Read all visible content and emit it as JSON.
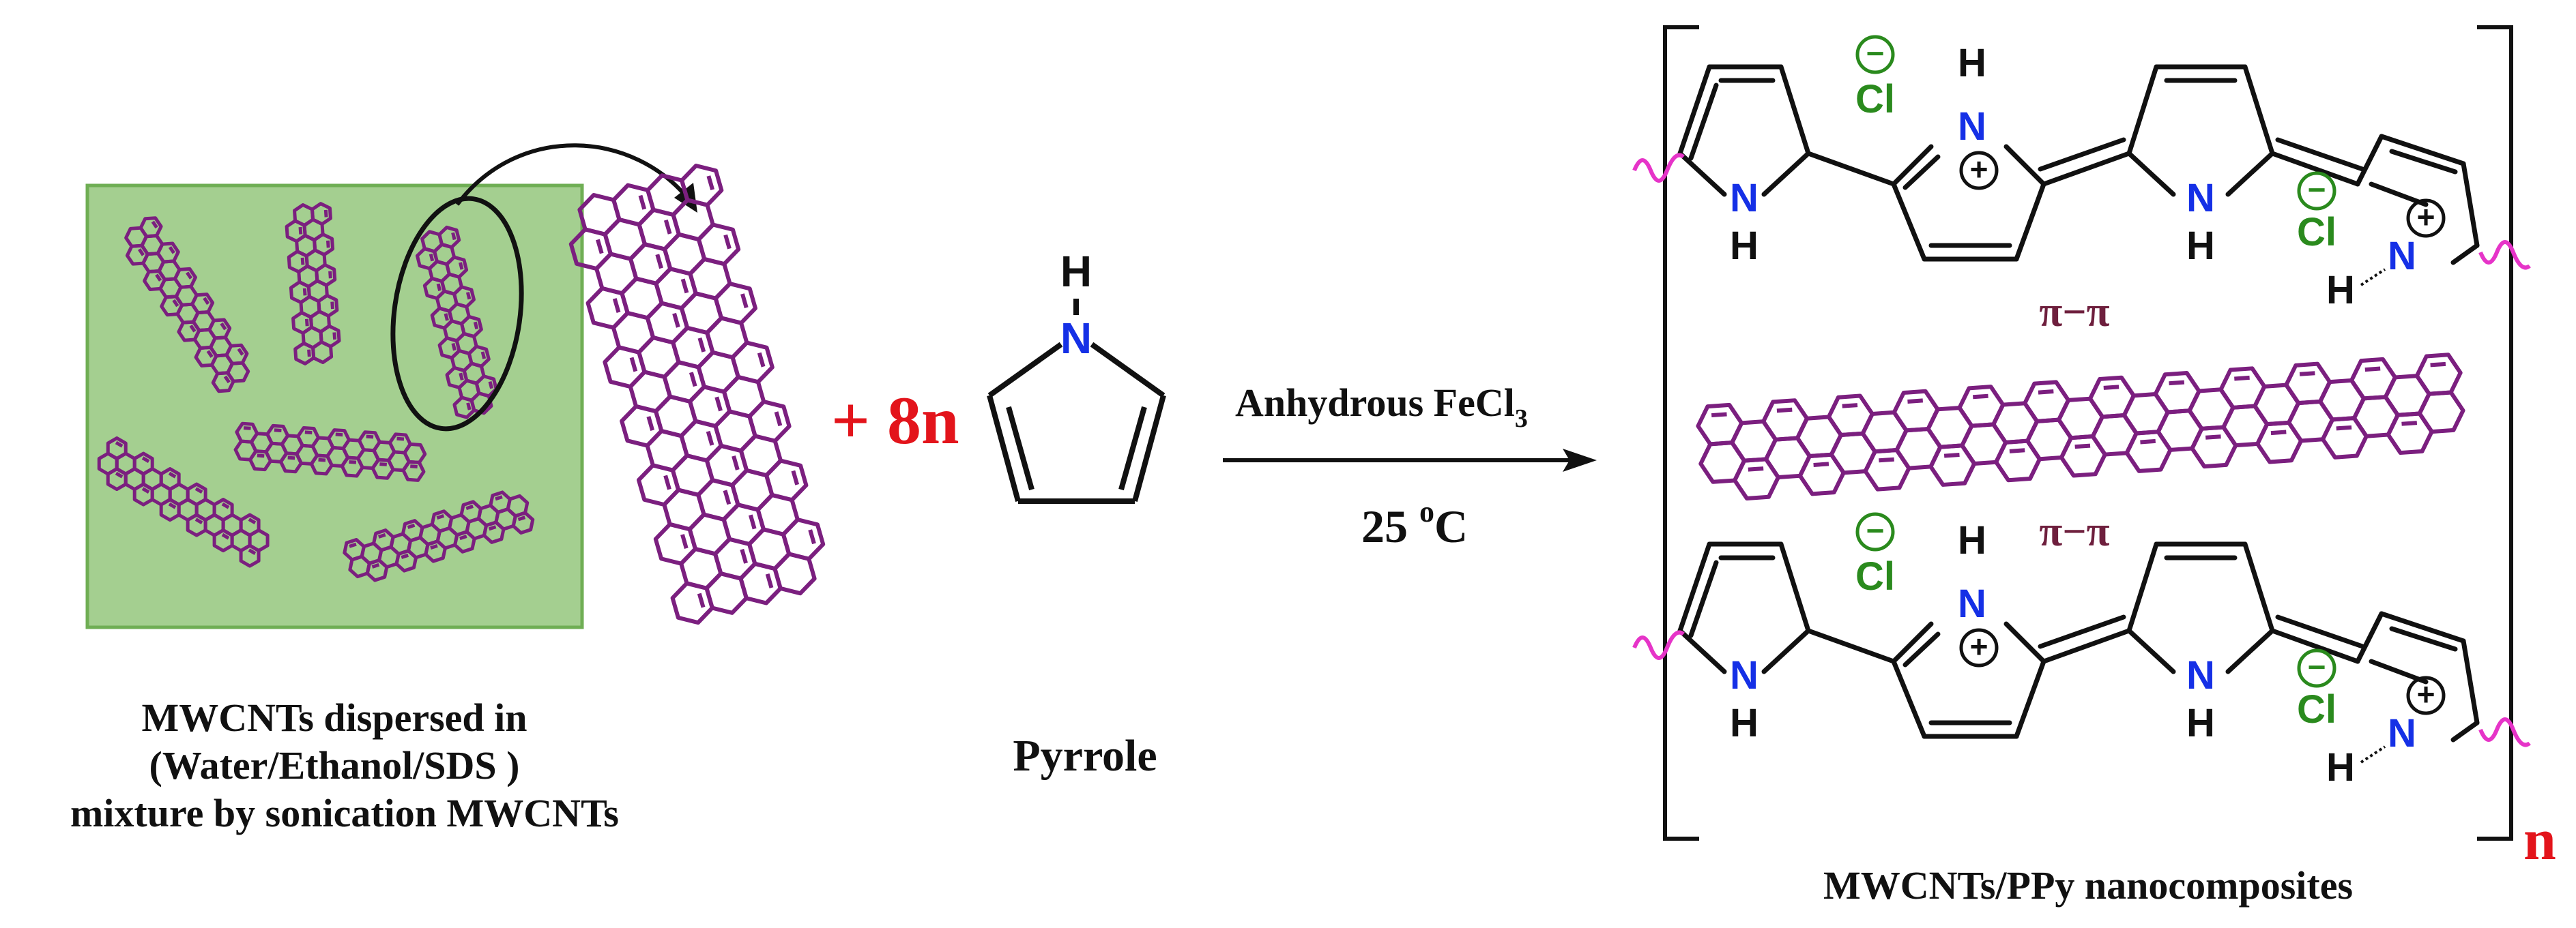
{
  "colors": {
    "nanotube": "#7b1f7f",
    "panel_fill": "#a4cf90",
    "panel_stroke": "#6fae54",
    "red": "#e3141b",
    "nitrogen": "#1530e6",
    "chlorine": "#2a8a1d",
    "pi": "#6e1f3d",
    "end_wave": "#e634c8",
    "black": "#111111"
  },
  "left": {
    "caption_line1": "MWCNTs dispersed in",
    "caption_line2": "(Water/Ethanol/SDS )",
    "caption_line3": "mixture by sonication MWCNTs"
  },
  "reagent": {
    "coefficient": "+ 8n",
    "pyrrole_N": "N",
    "pyrrole_H": "H",
    "name": "Pyrrole"
  },
  "arrow": {
    "conditions_top": "Anhydrous FeCl",
    "conditions_top_subscript": "3",
    "conditions_bottom": "25 ",
    "conditions_bottom_sup": "o",
    "conditions_bottom_unit": "C"
  },
  "product": {
    "pi_label": "π−π",
    "cl_label": "Cl",
    "minus": "−",
    "plus": "+",
    "N": "N",
    "H": "H",
    "repeat_subscript": "n",
    "name": "MWCNTs/PPy nanocomposites"
  }
}
